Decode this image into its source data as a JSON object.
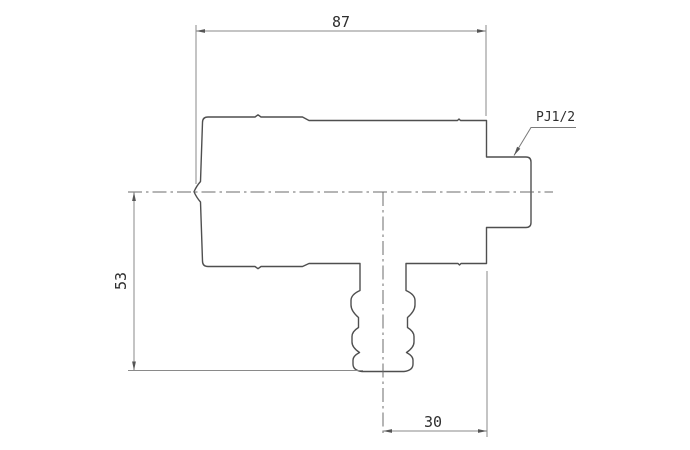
{
  "drawing": {
    "type": "engineering-part-side-view",
    "part_description": "molded fitting body with PJ1/2 threaded male connector and barbed hose outlet",
    "dimensions": {
      "overall_width": "87",
      "overall_height": "53",
      "outlet_offset": "30"
    },
    "labels": {
      "thread_size": "PJ1/2"
    },
    "colors": {
      "background": "#ffffff",
      "outline": "#4f4f4f",
      "dimension_line": "#8a8a8a",
      "centerline": "#6b6b6b",
      "text": "#2e2e2e"
    }
  }
}
